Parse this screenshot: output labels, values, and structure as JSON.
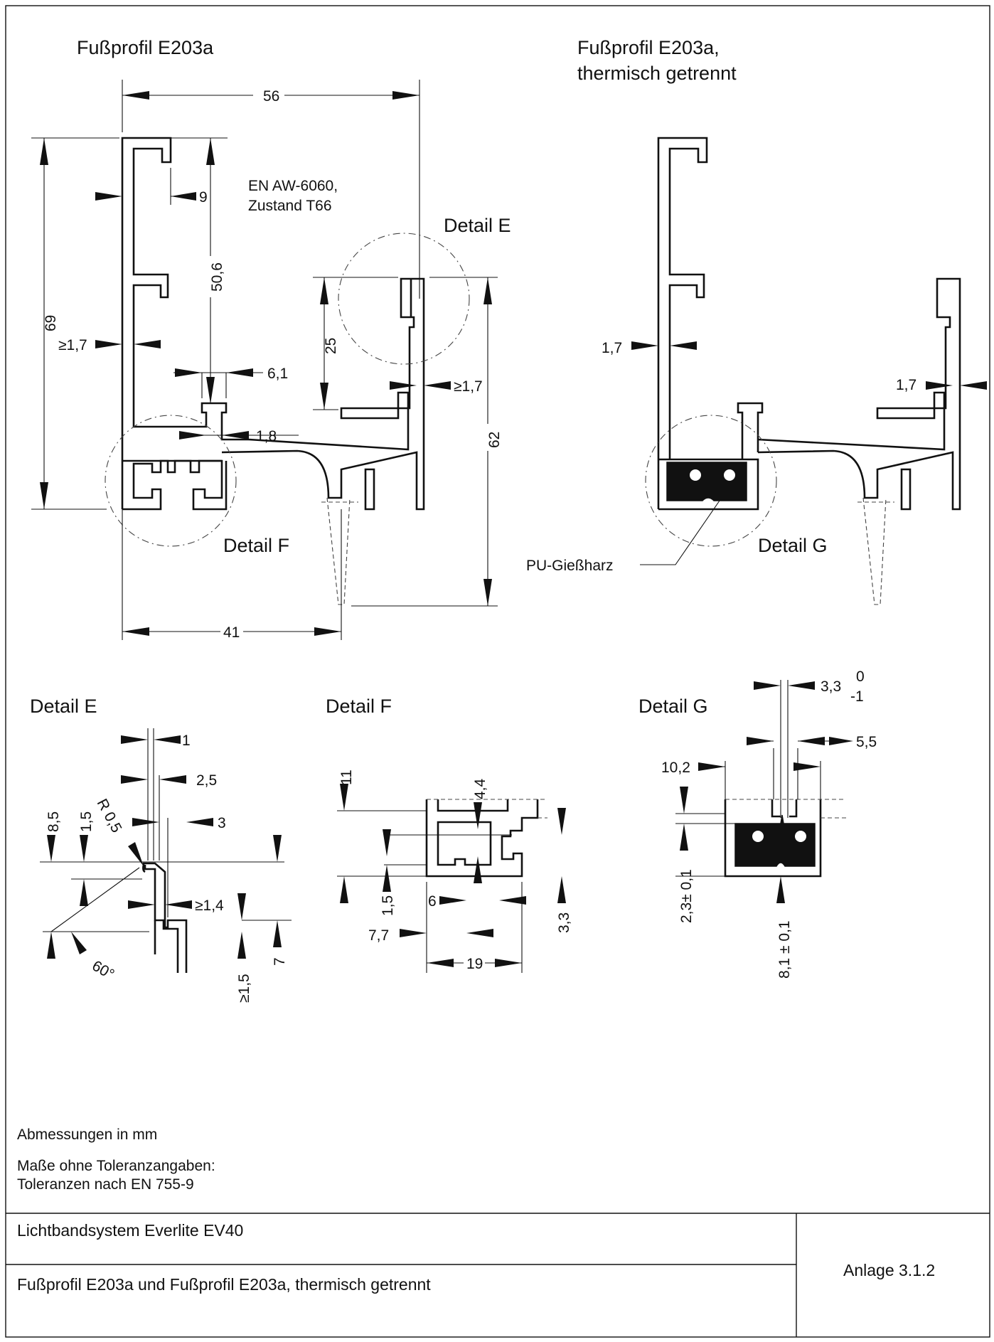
{
  "drawing": {
    "title_left": "Fußprofil E203a",
    "title_right_line1": "Fußprofil E203a,",
    "title_right_line2": "thermisch getrennt",
    "material_line1": "EN AW-6060,",
    "material_line2": "Zustand T66",
    "detail_e_label": "Detail E",
    "detail_f_label": "Detail F",
    "detail_g_label": "Detail G",
    "pu_label": "PU-Gießharz",
    "dims_main": {
      "width_56": "56",
      "height_69": "69",
      "d_9": "9",
      "d_50_6": "50,6",
      "d_25": "25",
      "d_62": "62",
      "d_ge_1_7_left": "≥1,7",
      "d_ge_1_7_right": "≥1,7",
      "d_6_1": "6,1",
      "d_1_8": "1,8",
      "d_41": "41",
      "tg_1_7_left": "1,7",
      "tg_1_7_right": "1,7"
    },
    "dims_detail_e": {
      "d_1": "1",
      "d_2_5": "2,5",
      "d_3": "3",
      "d_8_5": "8,5",
      "d_1_5": "1,5",
      "d_r0_5": "R 0,5",
      "d_ge_1_4": "≥1,4",
      "d_7": "7",
      "d_ge_1_5": "≥1,5",
      "d_60": "60°"
    },
    "dims_detail_f": {
      "d_11": "11",
      "d_4_4": "4,4",
      "d_1_5": "1,5",
      "d_6": "6",
      "d_7_7": "7,7",
      "d_3_3": "3,3",
      "d_19": "19"
    },
    "dims_detail_g": {
      "d_3_3": "3,3",
      "d_tol_upper": "0",
      "d_tol_lower": "-1",
      "d_5_5": "5,5",
      "d_10_2": "10,2",
      "d_2_3": "2,3± 0,1",
      "d_8_1": "8,1 ± 0,1"
    }
  },
  "notes": {
    "units": "Abmessungen in mm",
    "tolerance_line1": "Maße ohne Toleranzangaben:",
    "tolerance_line2": "Toleranzen nach EN 755-9"
  },
  "title_block": {
    "system": "Lichtbandsystem Everlite EV40",
    "description": "Fußprofil E203a und Fußprofil E203a, thermisch getrennt",
    "annex": "Anlage 3.1.2"
  }
}
